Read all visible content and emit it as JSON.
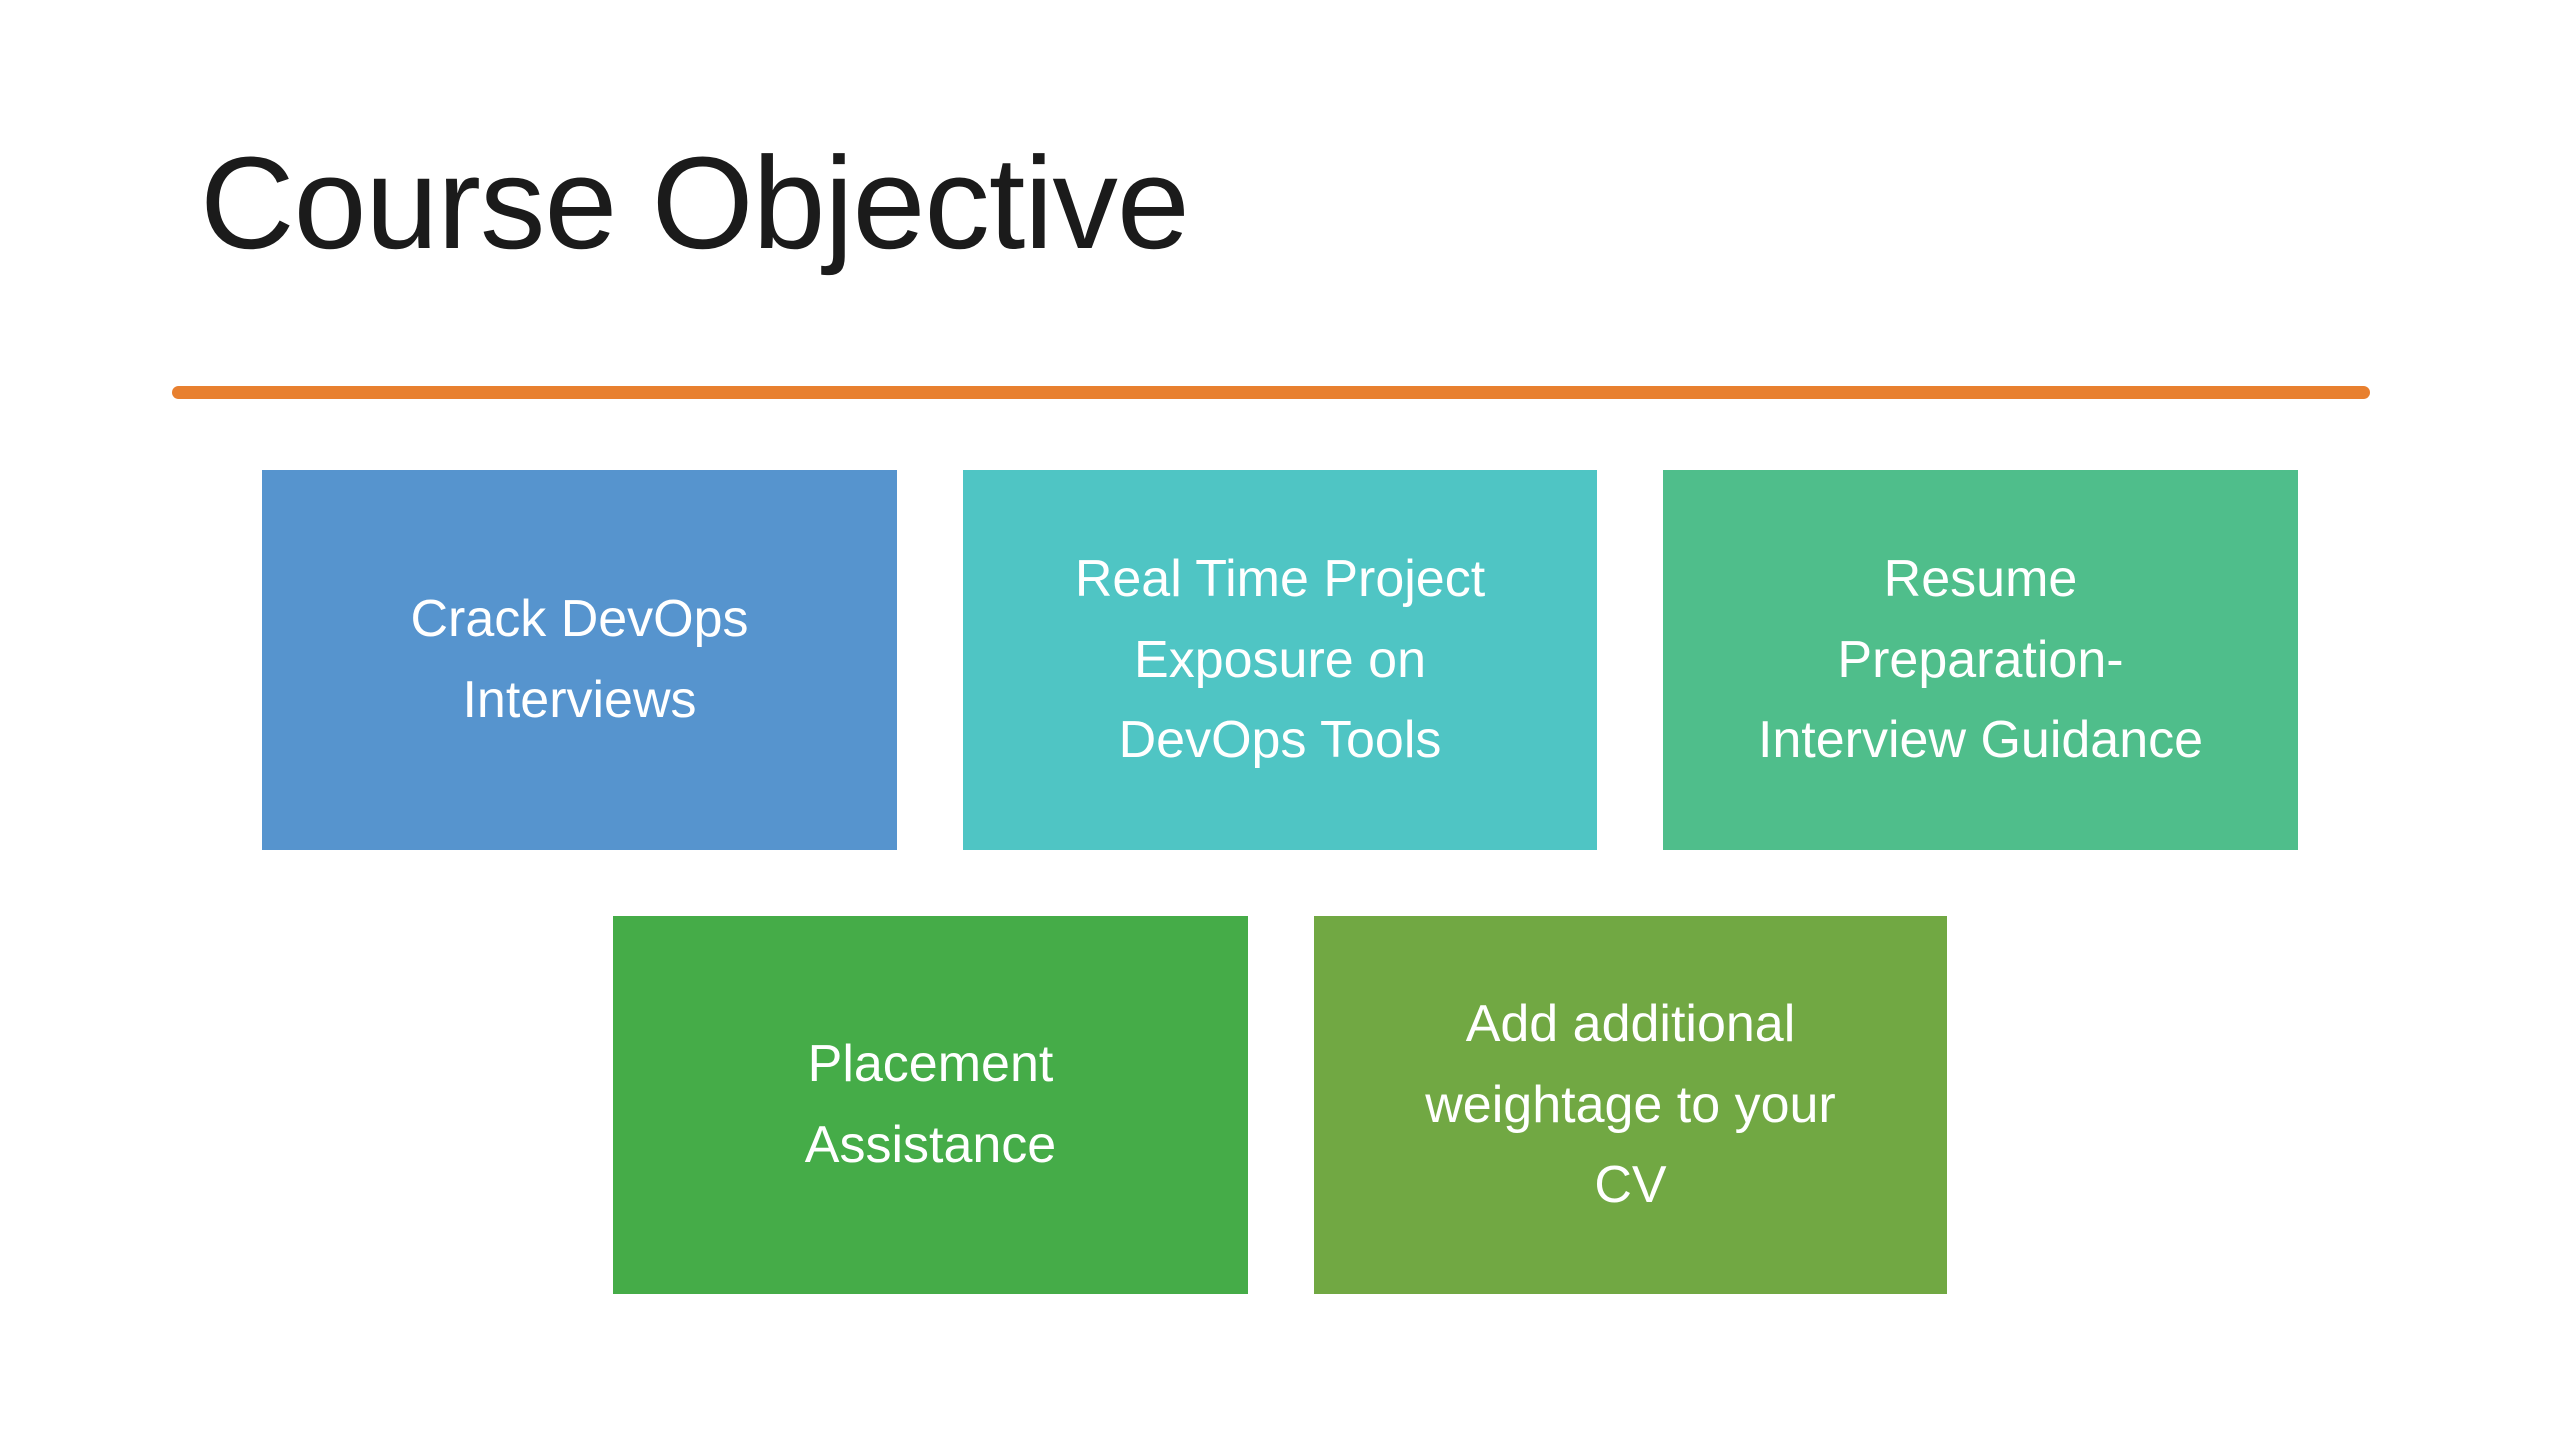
{
  "slide": {
    "title": "Course Objective",
    "title_color": "#1b1b1b",
    "background_color": "#ffffff",
    "divider_color": "#e8802f",
    "card_text_color": "#ffffff",
    "cards": [
      {
        "id": "crack-devops-interviews",
        "label": "Crack DevOps\nInterviews",
        "color": "#5694ce"
      },
      {
        "id": "real-time-project-exposure",
        "label": "Real Time Project\nExposure on\nDevOps Tools",
        "color": "#4fc5c4"
      },
      {
        "id": "resume-preparation-guidance",
        "label": "Resume\nPreparation-\nInterview Guidance",
        "color": "#4fbe8b"
      },
      {
        "id": "placement-assistance",
        "label": "Placement\nAssistance",
        "color": "#45ac48"
      },
      {
        "id": "add-weightage-to-cv",
        "label": "Add additional\nweightage to your\nCV",
        "color": "#71a843"
      }
    ]
  }
}
